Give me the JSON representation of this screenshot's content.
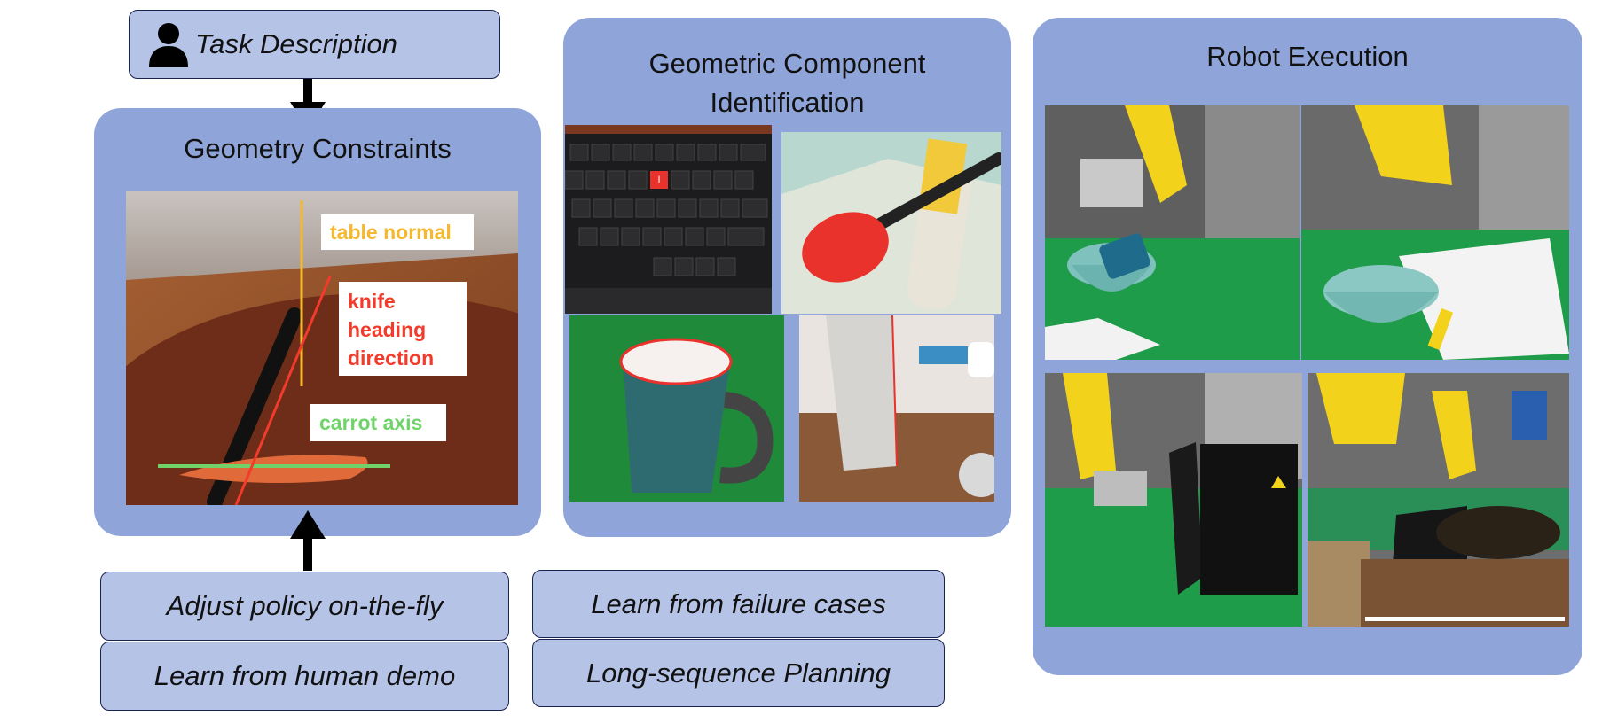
{
  "task_box": {
    "label": "Task Description",
    "icon": "person-icon"
  },
  "geometry_panel": {
    "title": "Geometry Constraints",
    "labels": {
      "table_normal": "table normal",
      "knife_line1": "knife",
      "knife_line2": "heading",
      "knife_line3": "direction",
      "carrot_axis": "carrot axis"
    },
    "colors": {
      "table_normal": "#f5b82e",
      "knife": "#f23b2b",
      "carrot": "#6fd36a"
    }
  },
  "component_panel": {
    "title_line1": "Geometric Component",
    "title_line2": "Identification",
    "key_label": "I"
  },
  "robot_panel": {
    "title": "Robot Execution"
  },
  "capabilities": [
    "Adjust policy on-the-fly",
    "Learn from human demo",
    "Learn from failure cases",
    "Long-sequence Planning"
  ],
  "colors": {
    "panel": "#8fa4d8",
    "box": "#b5c3e7",
    "border": "#1a2250"
  }
}
